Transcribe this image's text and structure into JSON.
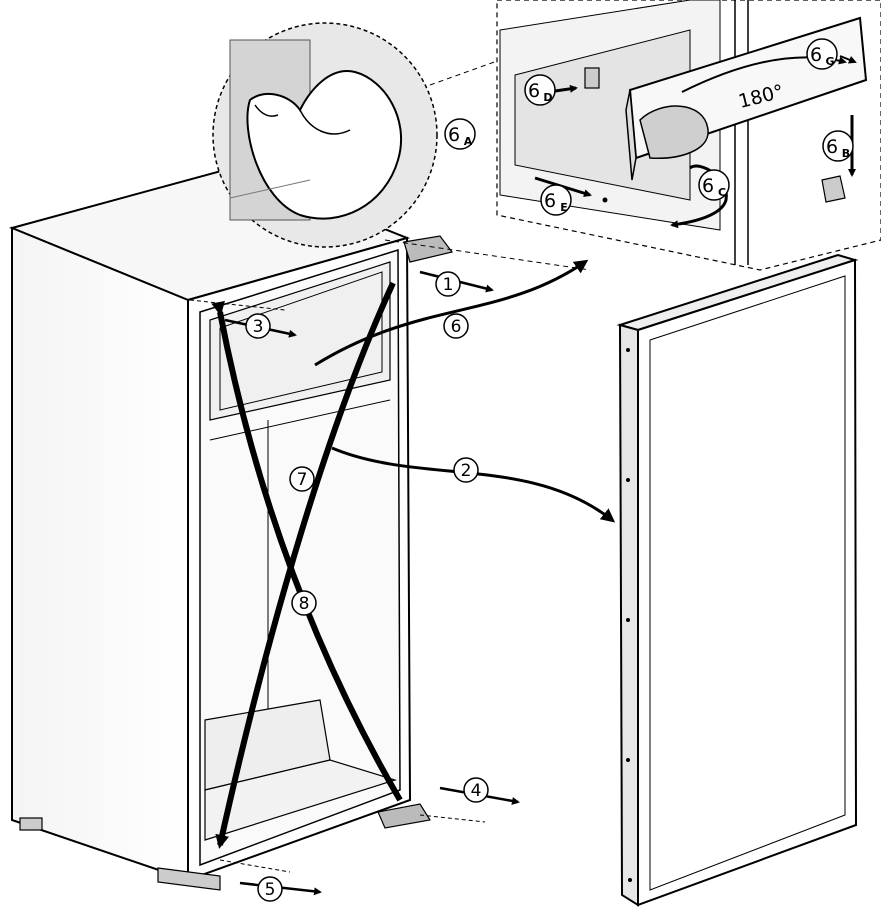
{
  "steps": {
    "s1": "1",
    "s2": "2",
    "s3": "3",
    "s4": "4",
    "s5": "5",
    "s6": "6",
    "s7": "7",
    "s8": "8"
  },
  "substeps": {
    "a": {
      "num": "6",
      "sub": "A"
    },
    "b": {
      "num": "6",
      "sub": "B"
    },
    "c": {
      "num": "6",
      "sub": "C"
    },
    "d": {
      "num": "6",
      "sub": "D"
    },
    "e": {
      "num": "6",
      "sub": "E"
    },
    "g": {
      "num": "6",
      "sub": "G"
    }
  },
  "rotation_label": "180°"
}
